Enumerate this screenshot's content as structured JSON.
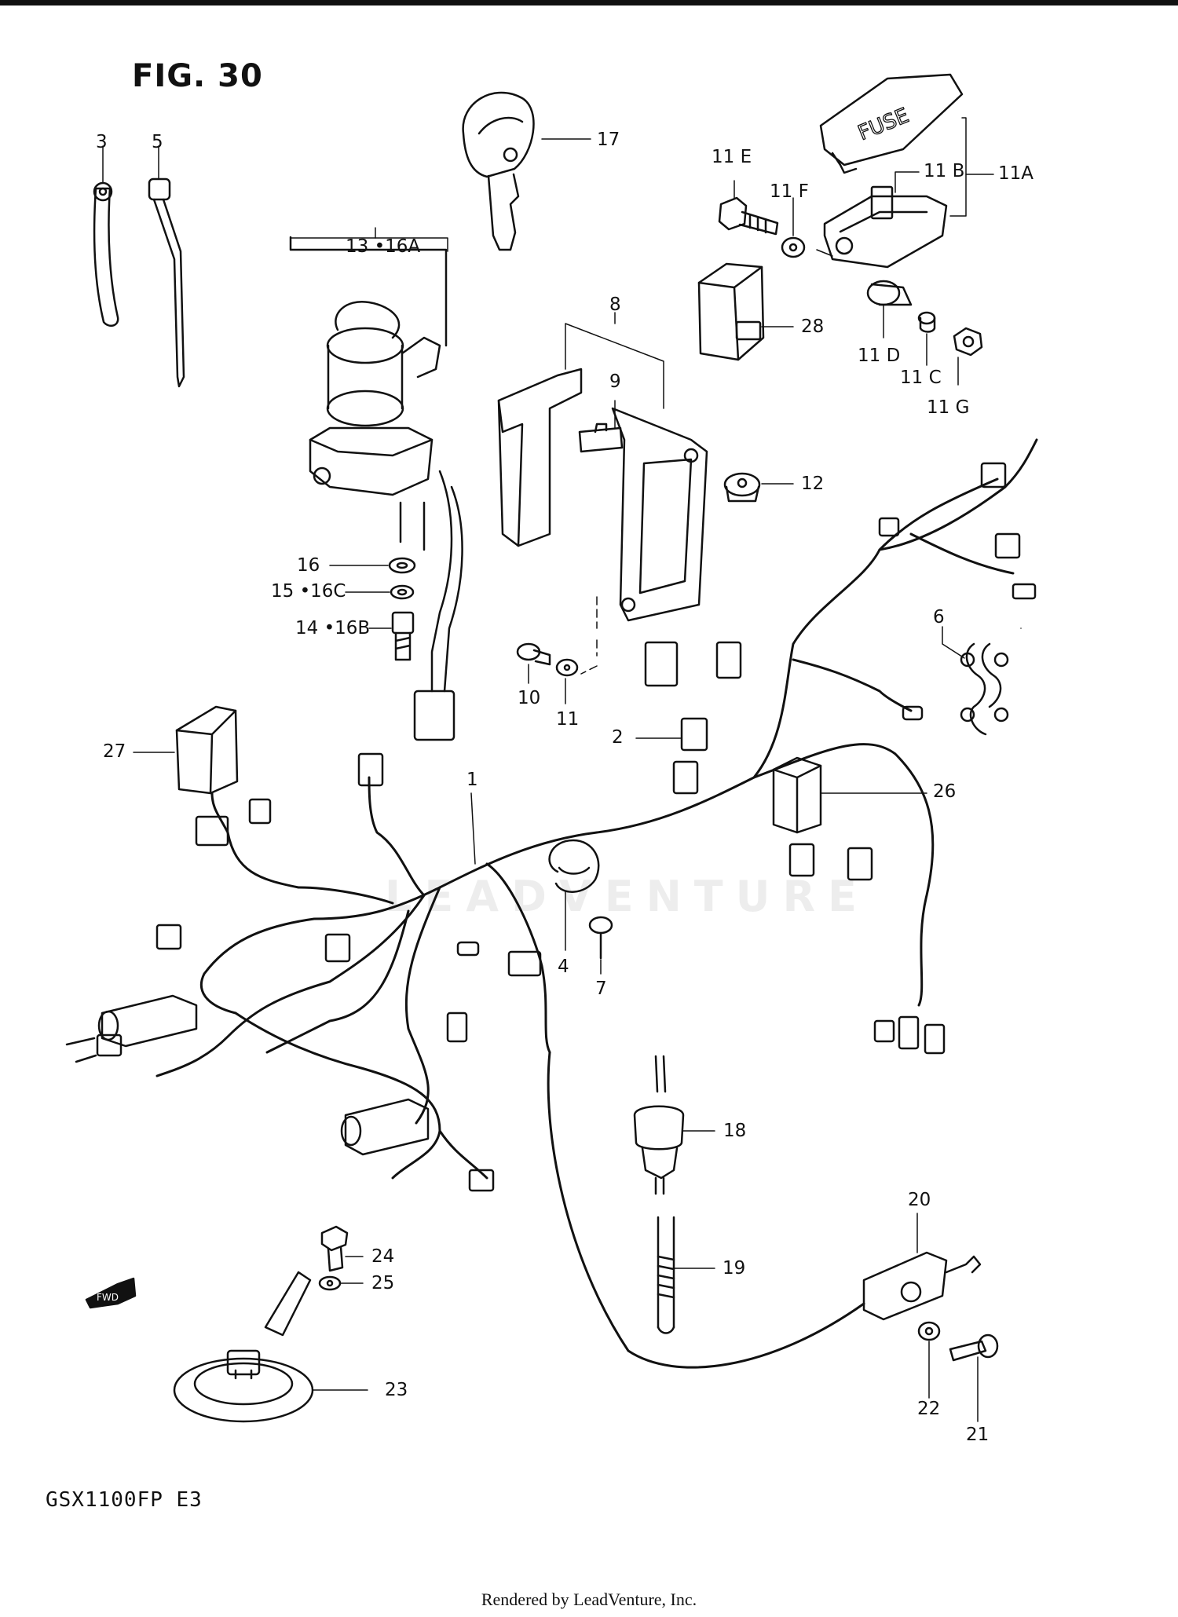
{
  "figure_title": "FIG. 30",
  "model_code": "GSX1100FP  E3",
  "footer": "Rendered by LeadVenture, Inc.",
  "watermark": "LEADVENTURE",
  "fwd_label": "FWD",
  "fuse_cover_text": "FUSE",
  "callouts": {
    "c1": "1",
    "c2": "2",
    "c3": "3",
    "c4": "4",
    "c5": "5",
    "c6": "6",
    "c7": "7",
    "c8": "8",
    "c9": "9",
    "c10": "10",
    "c11": "11",
    "c11a": "11A",
    "c11b": "11 B",
    "c11c": "11 C",
    "c11d": "11 D",
    "c11e": "11 E",
    "c11f": "11 F",
    "c11g": "11 G",
    "c12": "12",
    "c13": "13 •16A",
    "c14": "14 •16B",
    "c15": "15 •16C",
    "c16": "16",
    "c17": "17",
    "c18": "18",
    "c19": "19",
    "c20": "20",
    "c21": "21",
    "c22": "22",
    "c23": "23",
    "c24": "24",
    "c25": "25",
    "c26": "26",
    "c27": "27",
    "c28": "28"
  }
}
